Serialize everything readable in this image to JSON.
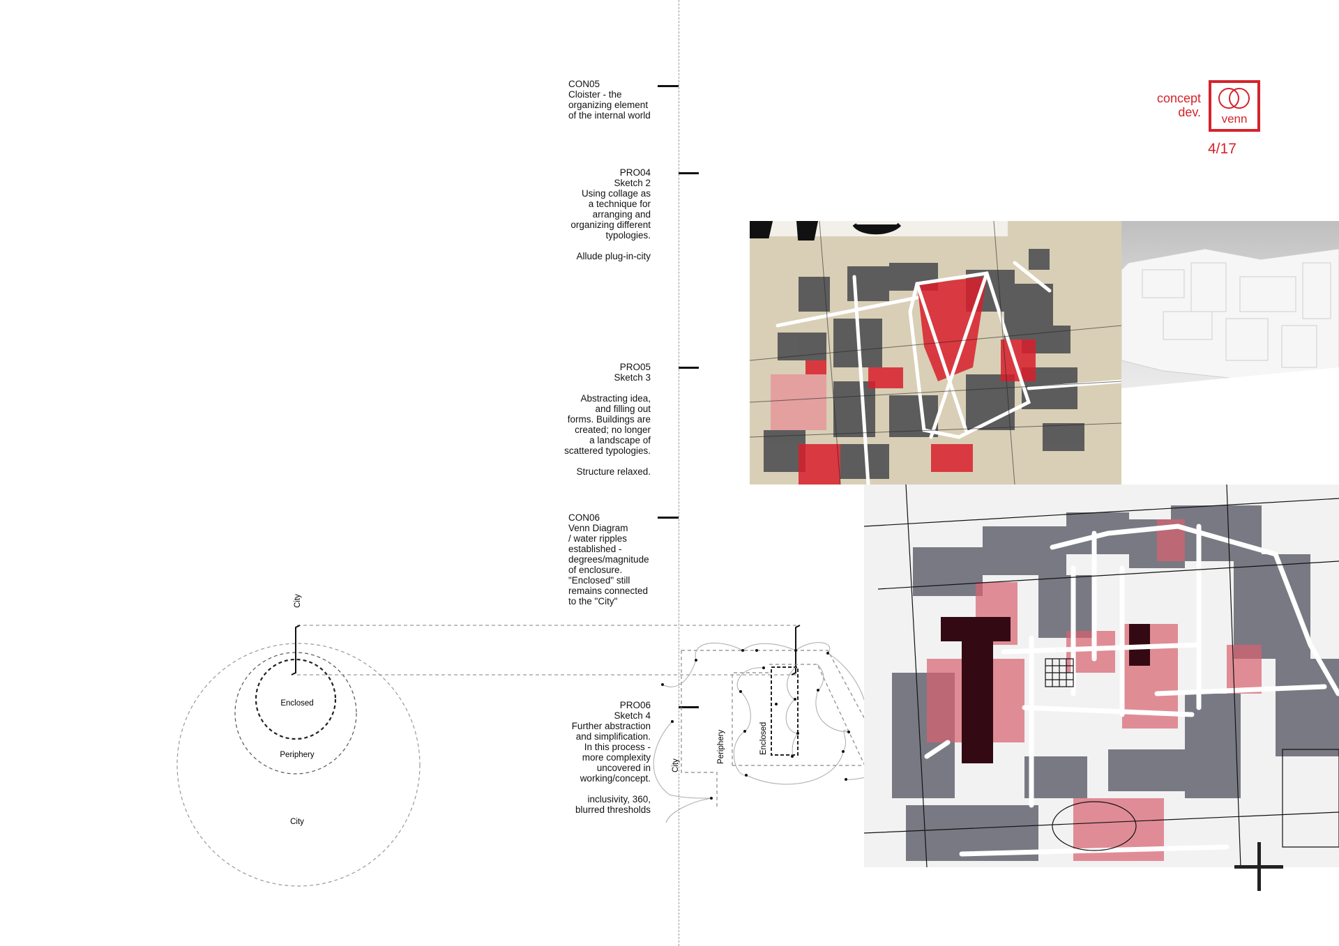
{
  "badge": {
    "section_label": "concept\ndev.",
    "label": "venn",
    "page": "4/17",
    "color": "#d4232b"
  },
  "notes": [
    {
      "id": "CON05",
      "text": "CON05\nCloister - the\norganizing element\nof the internal world"
    },
    {
      "id": "PRO04",
      "text": "PRO04\nSketch 2\nUsing collage as\na technique for\narranging and\norganizing different\ntypologies.\n\nAllude plug-in-city"
    },
    {
      "id": "PRO05",
      "text": "PRO05\nSketch 3\n\nAbstracting idea,\nand filling out\nforms. Buildings are\ncreated; no longer\na landscape of\nscattered typologies.\n\nStructure relaxed."
    },
    {
      "id": "CON06",
      "text": "CON06\nVenn Diagram\n/ water ripples\nestablished -\ndegrees/magnitude\nof enclosure.\n\"Enclosed\" still\nremains connected\nto the \"City\""
    },
    {
      "id": "PRO06",
      "text": "PRO06\nSketch 4\nFurther abstraction\nand simplification.\nIn this process -\nmore complexity\nuncovered in\nworking/concept.\n\ninclusivity, 360,\nblurred thresholds"
    }
  ],
  "venn": {
    "enclosed": "Enclosed",
    "periphery": "Periphery",
    "city": "City",
    "city_axis": "City"
  },
  "plan_diagram": {
    "city": "City",
    "periphery": "Periphery",
    "enclosed": "Enclosed"
  },
  "images": {
    "sketch3": "sketch-3-photo",
    "model": "white-model-photo",
    "sketch4": "sketch-4-drawing"
  }
}
